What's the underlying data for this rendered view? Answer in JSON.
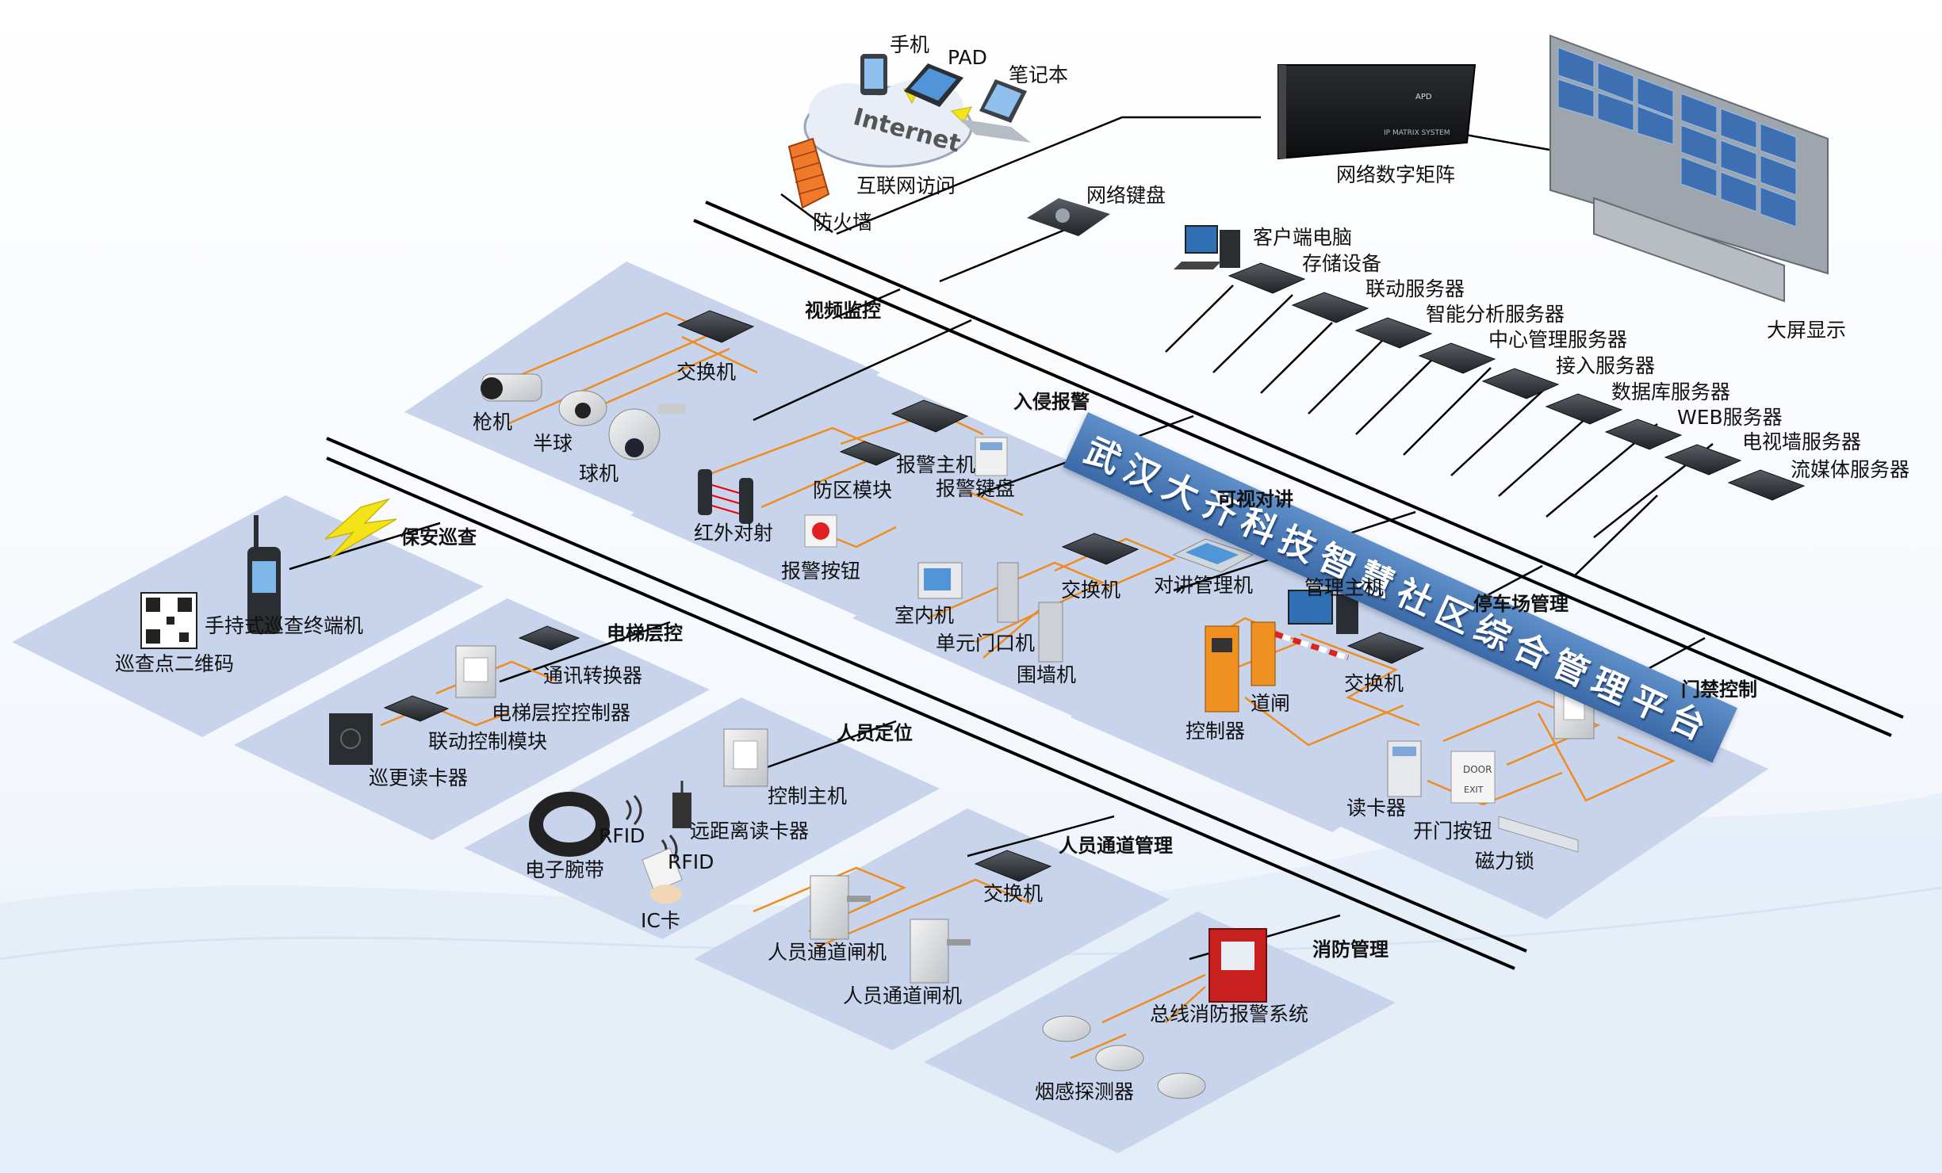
{
  "platform": {
    "banner": "武汉大齐科技智慧社区综合管理平台",
    "internet_cloud": "Internet",
    "matrix_brand": "APD",
    "matrix_panel_text": "IP MATRIX SYSTEM"
  },
  "top_devices": {
    "phone": "手机",
    "pad": "PAD",
    "laptop": "笔记本",
    "internet_access": "互联网访问",
    "firewall": "防火墙",
    "network_keyboard": "网络键盘",
    "digital_matrix": "网络数字矩阵",
    "big_screen": "大屏显示"
  },
  "servers": [
    "客户端电脑",
    "存储设备",
    "联动服务器",
    "智能分析服务器",
    "中心管理服务器",
    "接入服务器",
    "数据库服务器",
    "WEB服务器",
    "电视墙服务器",
    "流媒体服务器"
  ],
  "sections": {
    "video": {
      "title": "视频监控",
      "switch": "交换机",
      "bullet": "枪机",
      "dome": "半球",
      "ptz": "球机"
    },
    "intrusion": {
      "title": "入侵报警",
      "host": "报警主机",
      "keyboard": "报警键盘",
      "zone": "防区模块",
      "infrared": "红外对射",
      "button": "报警按钮"
    },
    "intercom": {
      "title": "可视对讲",
      "switch": "交换机",
      "manager": "对讲管理机",
      "indoor": "室内机",
      "unit_door": "单元门口机",
      "wall": "围墙机"
    },
    "patrol": {
      "title": "保安巡查",
      "terminal": "手持式巡查终端机",
      "qr": "巡查点二维码"
    },
    "elevator": {
      "title": "电梯层控",
      "converter": "通讯转换器",
      "controller": "电梯层控控制器",
      "linkage": "联动控制模块",
      "reader": "巡更读卡器"
    },
    "parking": {
      "title": "停车场管理",
      "host": "管理主机",
      "switch": "交换机",
      "gate": "道闸",
      "controller": "控制器"
    },
    "access": {
      "title": "门禁控制",
      "reader": "读卡器",
      "exit_button": "开门按钮",
      "mag_lock": "磁力锁",
      "door_label": "DOOR",
      "exit_label": "EXIT"
    },
    "positioning": {
      "title": "人员定位",
      "host": "控制主机",
      "reader": "远距离读卡器",
      "wristband": "电子腕带",
      "rfid1": "RFID",
      "rfid2": "RFID",
      "ic_card": "IC卡"
    },
    "passage": {
      "title": "人员通道管理",
      "switch": "交换机",
      "gate1": "人员通道闸机",
      "gate2": "人员通道闸机"
    },
    "fire": {
      "title": "消防管理",
      "system": "总线消防报警系统",
      "smoke": "烟感探测器"
    }
  },
  "colors": {
    "panel": "#c8d4ec",
    "banner": "#4a7ab8",
    "wire": "#f08c1e",
    "bus": "#000000"
  }
}
